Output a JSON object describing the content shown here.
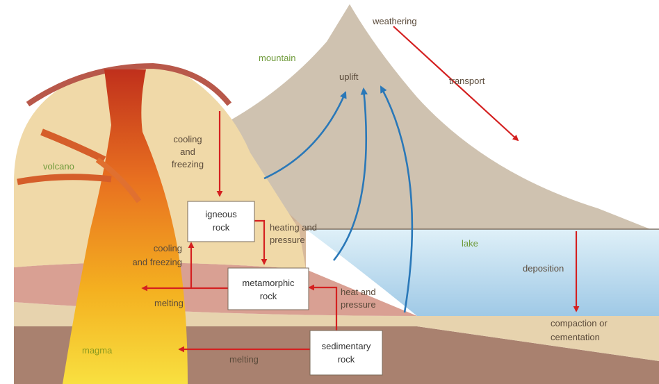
{
  "labels": {
    "mountain": "mountain",
    "weathering": "weathering",
    "transport": "transport",
    "uplift": "uplift",
    "cooling_freezing_1": [
      "cooling",
      "and",
      "freezing"
    ],
    "volcano": "volcano",
    "heating_pressure": [
      "heating and",
      "pressure"
    ],
    "cooling_freezing_2": [
      "cooling",
      "and freezing"
    ],
    "melting_1": "melting",
    "heat_pressure": [
      "heat and",
      "pressure"
    ],
    "lake": "lake",
    "deposition": "deposition",
    "compaction": [
      "compaction or",
      "cementation"
    ],
    "magma": "magma",
    "melting_2": "melting"
  },
  "boxes": {
    "igneous": [
      "igneous",
      "rock"
    ],
    "metamorphic": [
      "metamorphic",
      "rock"
    ],
    "sedimentary": [
      "sedimentary",
      "rock"
    ]
  },
  "colors": {
    "arrow_red": "#d42020",
    "arrow_blue": "#2a78b8",
    "mountain": "#cfc2b0",
    "lake": "#c7e3f2",
    "volcano": "#f0d9a8",
    "label_green": "#6f9a3a"
  }
}
